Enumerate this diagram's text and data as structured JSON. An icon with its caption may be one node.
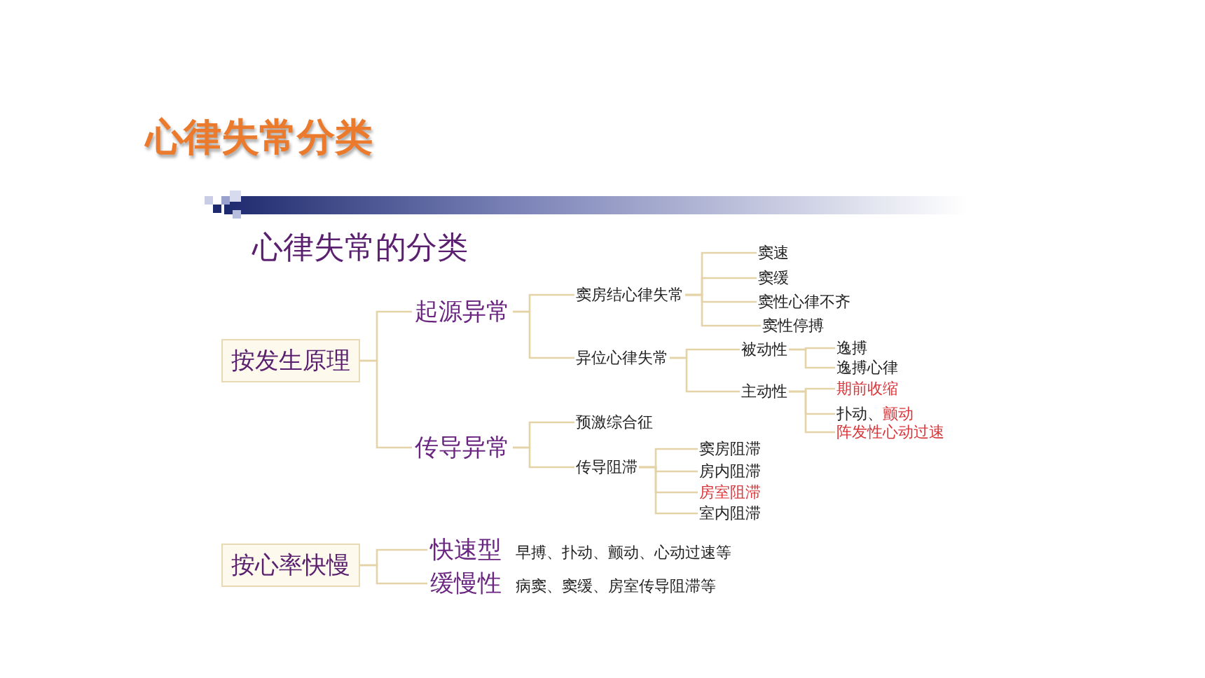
{
  "diagram": {
    "title": "心律失常分类",
    "nodes": [
      {
        "text": [
          "按发生原理"
        ]
      },
      {
        "text": [
          "起源异常"
        ]
      },
      {
        "text": [
          "窦房结心律失常"
        ]
      },
      {
        "text": [
          "窦速"
        ]
      },
      {
        "text": [
          "窦缓"
        ]
      },
      {
        "text": [
          "窦性心律不齐"
        ]
      },
      {
        "text": [
          "窦性停搏"
        ]
      },
      {
        "text": [
          "异位心律失常"
        ]
      },
      {
        "text": [
          "被动性"
        ]
      },
      {
        "text": [
          "逸搏"
        ]
      },
      {
        "text": [
          "逸搏心律"
        ]
      },
      {
        "text": [
          "主动性"
        ]
      },
      {
        "text": [
          "期前收缩"
        ]
      },
      {
        "text": [
          "扑动、",
          "颤动"
        ]
      },
      {
        "text": [
          "阵发性心动过速"
        ]
      },
      {
        "text": [
          "传导异常"
        ]
      },
      {
        "text": [
          "预激综合征"
        ]
      },
      {
        "text": [
          "传导阻滞"
        ]
      },
      {
        "text": [
          "窦房阻滞"
        ]
      },
      {
        "text": [
          "房内阻滞"
        ]
      },
      {
        "text": [
          "房室阻滞"
        ]
      },
      {
        "text": [
          "室内阻滞"
        ]
      },
      {
        "text": [
          "按心率快慢"
        ]
      },
      {
        "text": [
          "快速型"
        ],
        "beside": [
          "早搏、扑动、颤动、心动过速等"
        ]
      },
      {
        "text": [
          "缓慢性"
        ],
        "beside": [
          "病窦、窦缓、房室传导阻滞等"
        ]
      }
    ],
    "edges": [
      {
        "from": 0,
        "to": 1,
        "arrow": "none"
      },
      {
        "from": 0,
        "to": 15,
        "arrow": "none"
      },
      {
        "from": 1,
        "to": 2,
        "arrow": "none"
      },
      {
        "from": 1,
        "to": 7,
        "arrow": "none"
      },
      {
        "from": 2,
        "to": 3,
        "arrow": "none"
      },
      {
        "from": 2,
        "to": 4,
        "arrow": "none"
      },
      {
        "from": 2,
        "to": 5,
        "arrow": "none"
      },
      {
        "from": 2,
        "to": 6,
        "arrow": "none"
      },
      {
        "from": 7,
        "to": 8,
        "arrow": "none"
      },
      {
        "from": 7,
        "to": 11,
        "arrow": "none"
      },
      {
        "from": 8,
        "to": 9,
        "arrow": "none"
      },
      {
        "from": 8,
        "to": 10,
        "arrow": "none"
      },
      {
        "from": 11,
        "to": 12,
        "arrow": "none"
      },
      {
        "from": 11,
        "to": 13,
        "arrow": "none"
      },
      {
        "from": 11,
        "to": 14,
        "arrow": "none"
      },
      {
        "from": 15,
        "to": 16,
        "arrow": "none"
      },
      {
        "from": 15,
        "to": 17,
        "arrow": "none"
      },
      {
        "from": 17,
        "to": 18,
        "arrow": "none"
      },
      {
        "from": 17,
        "to": 19,
        "arrow": "none"
      },
      {
        "from": 17,
        "to": 20,
        "arrow": "none"
      },
      {
        "from": 17,
        "to": 21,
        "arrow": "none"
      },
      {
        "from": 22,
        "to": 23,
        "arrow": "none"
      },
      {
        "from": 22,
        "to": 24,
        "arrow": "none"
      }
    ],
    "labels": [
      "心律失常的分类"
    ]
  }
}
